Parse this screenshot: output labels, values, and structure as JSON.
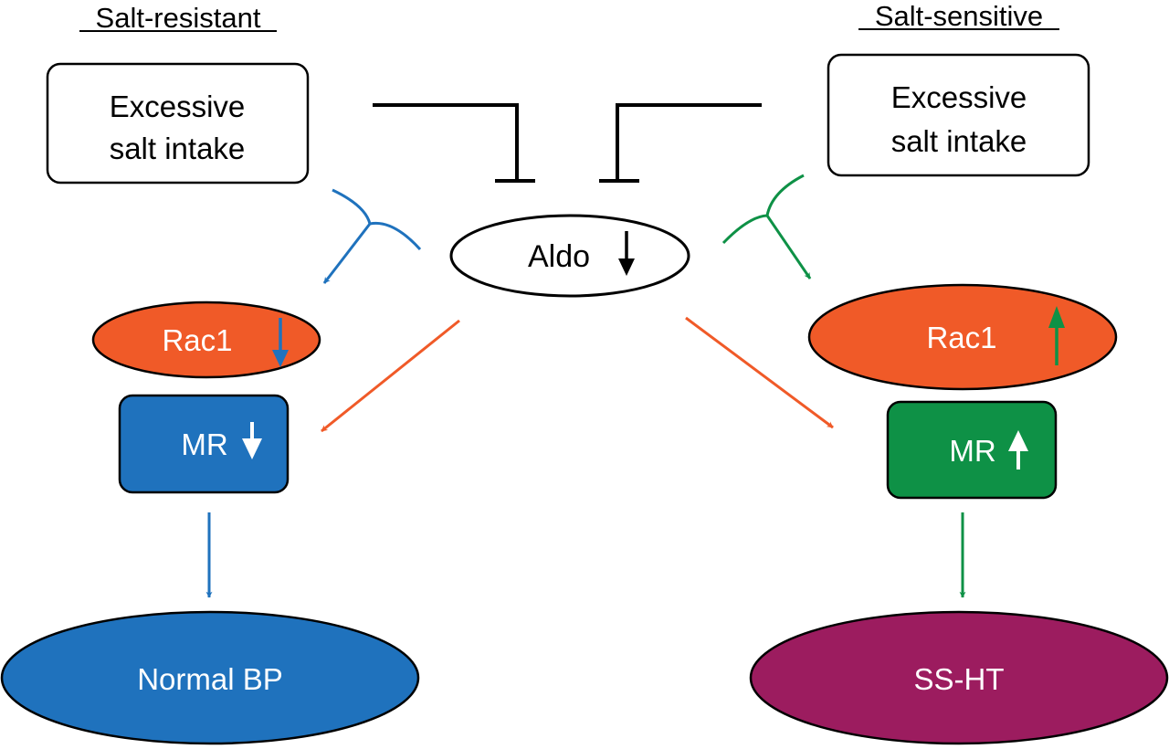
{
  "headings": {
    "left": "Salt-resistant",
    "right": "Salt-sensitive"
  },
  "nodes": {
    "salt_left": {
      "line1": "Excessive",
      "line2": "salt intake"
    },
    "salt_right": {
      "line1": "Excessive",
      "line2": "salt intake"
    },
    "aldo": {
      "label": "Aldo",
      "direction": "down"
    },
    "rac1_left": {
      "label": "Rac1",
      "direction": "down"
    },
    "rac1_right": {
      "label": "Rac1",
      "direction": "up"
    },
    "mr_left": {
      "label": "MR",
      "direction": "down"
    },
    "mr_right": {
      "label": "MR",
      "direction": "up"
    },
    "outcome_left": {
      "label": "Normal BP"
    },
    "outcome_right": {
      "label": "SS-HT"
    }
  },
  "colors": {
    "blue": "#1f72bd",
    "green": "#0e9146",
    "orange": "#f05a28",
    "purple": "#9c1c5f",
    "black": "#000000",
    "white": "#ffffff"
  },
  "edges": [
    {
      "from": "salt_left",
      "to": "aldo",
      "type": "inhibition"
    },
    {
      "from": "salt_right",
      "to": "aldo",
      "type": "inhibition"
    },
    {
      "from": "salt_left",
      "to": "rac1_left",
      "type": "activation",
      "color": "blue"
    },
    {
      "from": "salt_right",
      "to": "rac1_right",
      "type": "activation",
      "color": "green"
    },
    {
      "from": "aldo",
      "to": "mr_left",
      "type": "activation",
      "color": "orange"
    },
    {
      "from": "aldo",
      "to": "mr_right",
      "type": "activation",
      "color": "orange"
    },
    {
      "from": "mr_left",
      "to": "outcome_left",
      "type": "activation",
      "color": "blue"
    },
    {
      "from": "mr_right",
      "to": "outcome_right",
      "type": "activation",
      "color": "green"
    }
  ]
}
